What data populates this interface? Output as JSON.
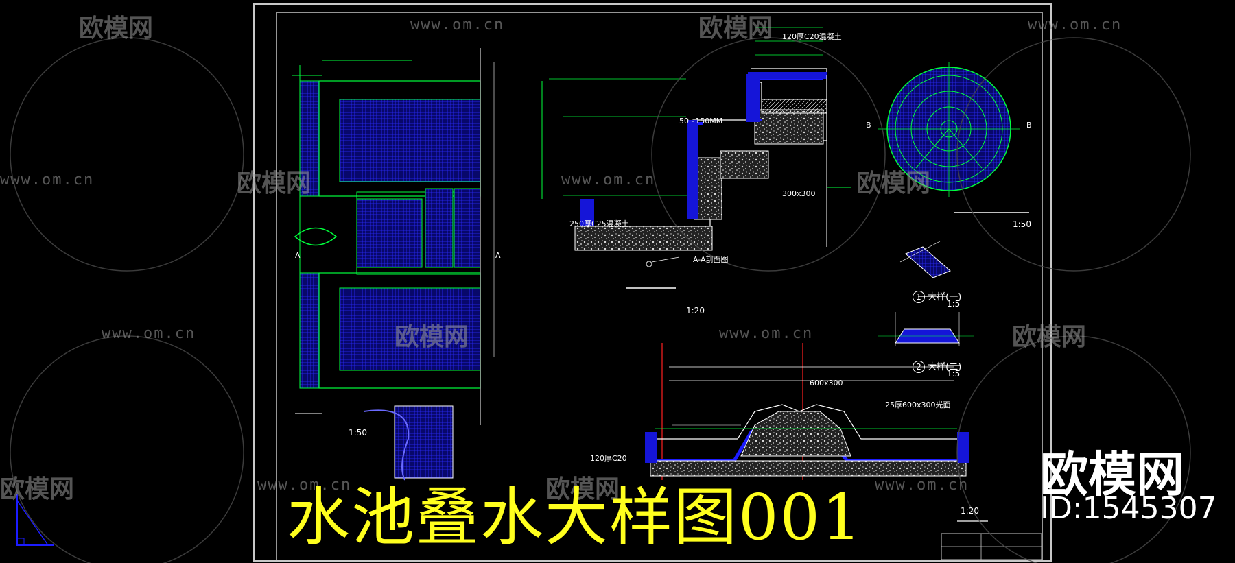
{
  "title": "水池叠水大样图001",
  "brand": {
    "name": "欧模网",
    "id": "ID:1545307"
  },
  "watermark": {
    "logo_text": "欧模网",
    "url": "www.om.cn"
  },
  "detail_labels": {
    "detail1_num": "1",
    "detail1_name": "大样(一)",
    "detail1_scale": "1:5",
    "detail2_num": "2",
    "detail2_name": "大样(二)",
    "detail2_scale": "1:5"
  },
  "scales": {
    "plan": "1:50",
    "section_aa": "1:20",
    "circle": "1:50",
    "section_bb": "1:20"
  },
  "annotations": {
    "dim_upper": "120厚C20混凝土",
    "dim_250": "250厚C25混凝土",
    "dim_steps": "50~150MM",
    "dim_300": "300x300",
    "dim_bottom_left": "120厚C20",
    "dim_600": "600x300",
    "dim_25": "25厚600x300光面",
    "label_aa": "A-A剖面图",
    "label_b_left": "B",
    "label_b_right": "B",
    "label_a": "A",
    "label_a2": "A"
  },
  "colors": {
    "background": "#000000",
    "frame": "#c8c8c8",
    "line_green": "#00ff3c",
    "line_blue": "#1c1cff",
    "line_white": "#ffffff",
    "title": "#ffff1e",
    "watermark": "#9a9a9a"
  }
}
